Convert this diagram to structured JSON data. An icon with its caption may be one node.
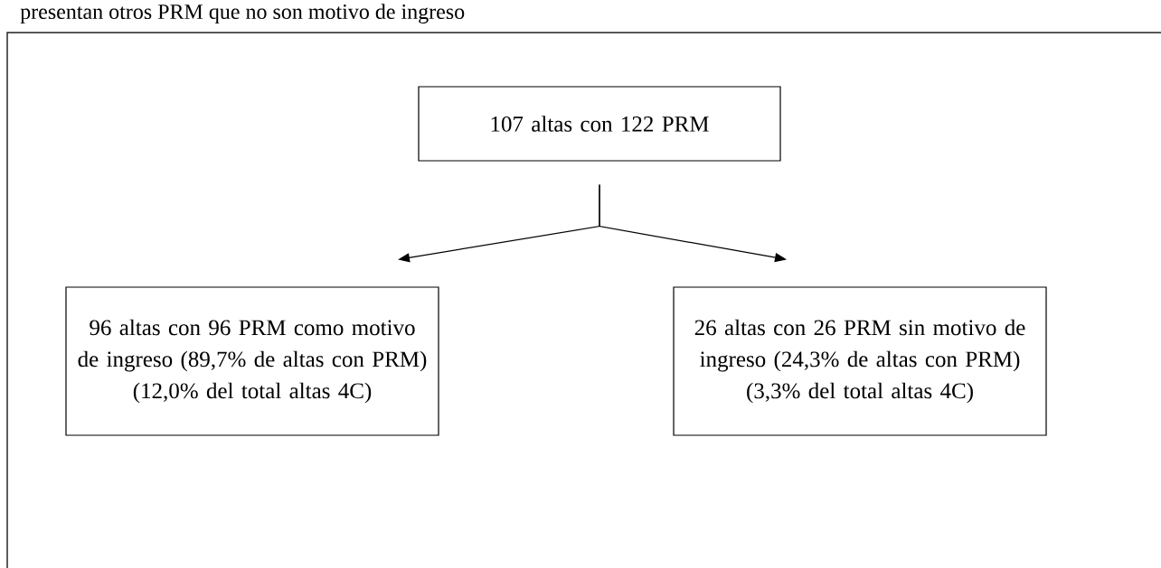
{
  "diagram": {
    "nodes": [
      {
        "text": [
          "107 altas con 122 PRM"
        ]
      },
      {
        "text": [
          "96 altas con 96 PRM como motivo de ingreso (89,7% de altas con PRM)",
          "(12,0% del total altas 4C)"
        ]
      },
      {
        "text": [
          "26 altas con 26 PRM sin motivo de ingreso (24,3% de altas con PRM)",
          "(3,3% del total altas 4C)"
        ]
      }
    ],
    "edges": [
      {
        "from": 0,
        "to": 1,
        "arrow": "to"
      },
      {
        "from": 0,
        "to": 2,
        "arrow": "to"
      }
    ],
    "labels": [
      "presentan otros PRM que no son motivo de ingreso"
    ]
  }
}
